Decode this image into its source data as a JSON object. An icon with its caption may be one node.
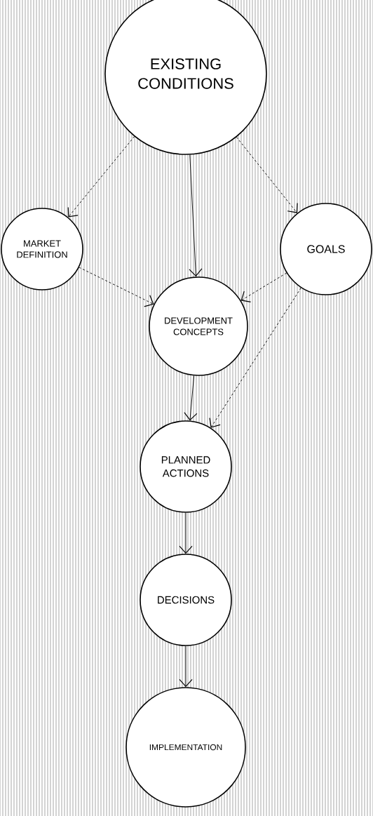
{
  "diagram": {
    "nodes": [
      {
        "text": [
          "EXISTING CONDITIONS"
        ]
      },
      {
        "text": [
          "MARKET DEFINITION"
        ]
      },
      {
        "text": [
          "GOALS"
        ]
      },
      {
        "text": [
          "DEVELOPMENT CONCEPTS"
        ]
      },
      {
        "text": [
          "PLANNED ACTIONS"
        ]
      },
      {
        "text": [
          "DECISIONS"
        ]
      },
      {
        "text": [
          "IMPLEMENTATION"
        ]
      }
    ],
    "edges": [
      {
        "from": 0,
        "to": 1,
        "arrow": "to",
        "style": "dashed"
      },
      {
        "from": 0,
        "to": 2,
        "arrow": "to",
        "style": "dashed"
      },
      {
        "from": 0,
        "to": 3,
        "arrow": "to"
      },
      {
        "from": 1,
        "to": 3,
        "arrow": "to",
        "style": "dashed"
      },
      {
        "from": 2,
        "to": 3,
        "arrow": "to",
        "style": "dashed"
      },
      {
        "from": 3,
        "to": 4,
        "arrow": "to"
      },
      {
        "from": 2,
        "to": 4,
        "arrow": "to",
        "style": "dashed"
      },
      {
        "from": 4,
        "to": 5,
        "arrow": "to"
      },
      {
        "from": 5,
        "to": 6,
        "arrow": "to"
      }
    ]
  }
}
